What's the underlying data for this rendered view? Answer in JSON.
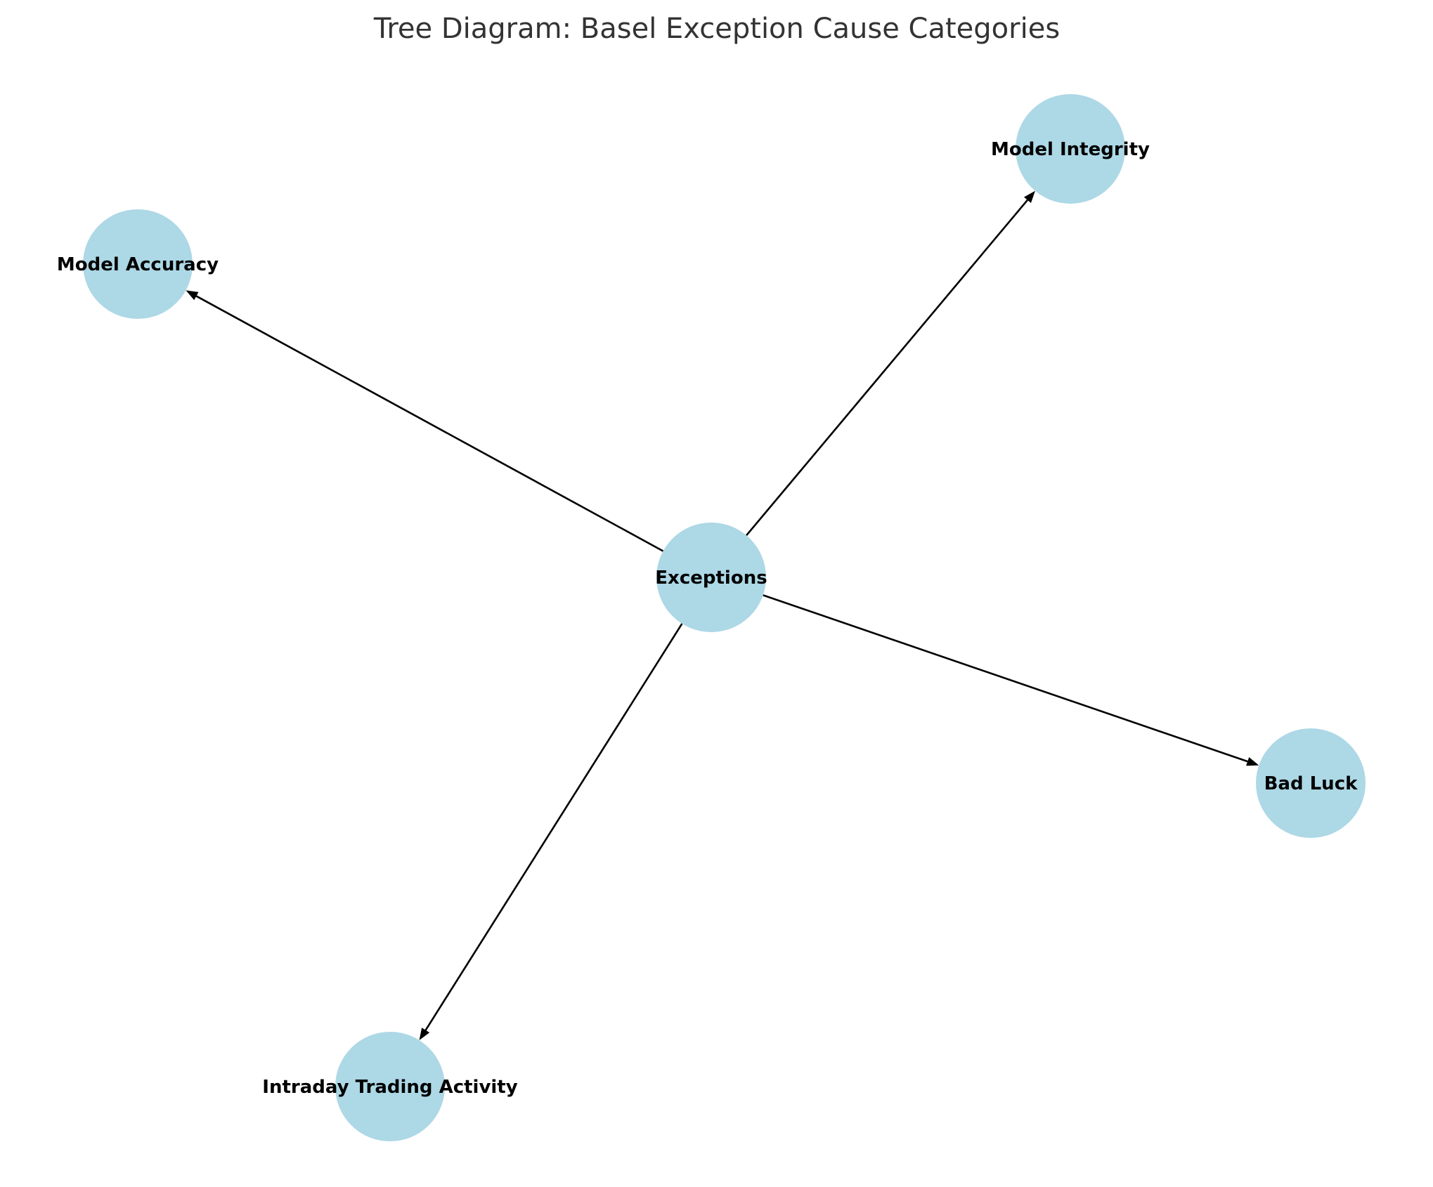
{
  "title": "Tree Diagram: Basel Exception Cause Categories",
  "colors": {
    "node_fill": "#add8e6",
    "edge": "#000000",
    "title": "#333333",
    "label": "#000000"
  },
  "nodes": [
    {
      "id": "exceptions",
      "label": "Exceptions"
    },
    {
      "id": "model-integrity",
      "label": "Model Integrity"
    },
    {
      "id": "model-accuracy",
      "label": "Model Accuracy"
    },
    {
      "id": "bad-luck",
      "label": "Bad Luck"
    },
    {
      "id": "intraday-trading-activity",
      "label": "Intraday Trading Activity"
    }
  ],
  "edges": [
    {
      "from": "exceptions",
      "to": "model-accuracy"
    },
    {
      "from": "exceptions",
      "to": "model-integrity"
    },
    {
      "from": "exceptions",
      "to": "bad-luck"
    },
    {
      "from": "exceptions",
      "to": "intraday-trading-activity"
    }
  ]
}
